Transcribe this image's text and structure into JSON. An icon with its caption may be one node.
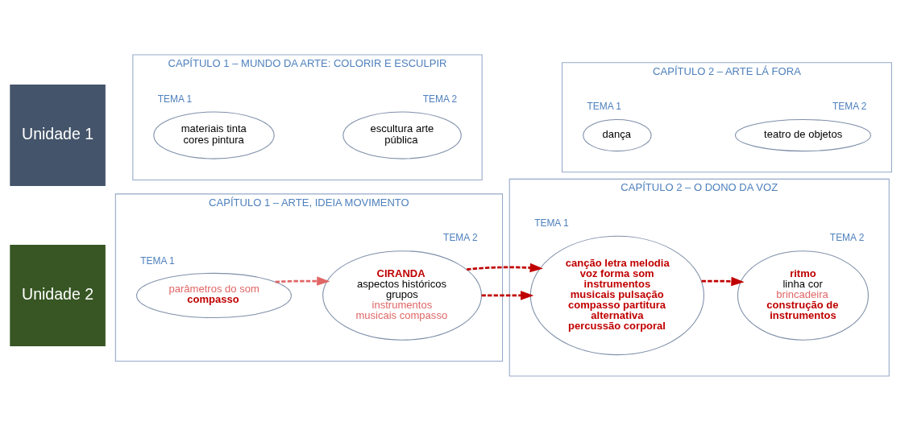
{
  "diagram": {
    "nodes": [
      {
        "text": [
          "Unidade 1"
        ]
      },
      {
        "text": [
          "CAPÍTULO 1 – MUNDO DA ARTE: COLORIR E ESCULPIR"
        ]
      },
      {
        "text": [
          "materiais tinta cores pintura"
        ],
        "in": 1
      },
      {
        "text": [
          "escultura arte pública"
        ],
        "in": 1
      },
      {
        "text": [
          "CAPÍTULO 2 – ARTE LÁ FORA"
        ]
      },
      {
        "text": [
          "dança"
        ],
        "in": 4
      },
      {
        "text": [
          "teatro de objetos"
        ],
        "in": 4
      },
      {
        "text": [
          "Unidade 2"
        ]
      },
      {
        "text": [
          "CAPÍTULO 1 – ARTE, IDEIA MOVIMENTO"
        ]
      },
      {
        "text": [
          "parâmetros do som",
          "compasso"
        ],
        "in": 8
      },
      {
        "text": [
          "CIRANDA",
          "aspectos históricos grupos",
          "instrumentos musicais compasso"
        ],
        "in": 8
      },
      {
        "text": [
          "CAPÍTULO 2 – O DONO DA VOZ"
        ]
      },
      {
        "text": [
          "canção letra melodia voz forma som instrumentos musicais pulsação compasso partitura alternativa percussão corporal"
        ],
        "in": 11
      },
      {
        "text": [
          "ritmo",
          "linha cor",
          "brincadeira",
          "construção de instrumentos"
        ],
        "in": 11
      }
    ],
    "labels": [
      "TEMA 1",
      "TEMA 2",
      "TEMA 1",
      "TEMA 2",
      "TEMA 1",
      "TEMA 2",
      "TEMA 1",
      "TEMA 2"
    ],
    "edges": [
      {
        "from": 9,
        "to": 10,
        "arrow": "to",
        "style": "dashed",
        "color": "#e06666"
      },
      {
        "from": 10,
        "to": 12,
        "arrow": "to",
        "style": "dashed"
      },
      {
        "from": 10,
        "to": 12,
        "arrow": "to",
        "style": "dashed"
      },
      {
        "from": 12,
        "to": 13,
        "arrow": "to",
        "style": "dashed"
      }
    ]
  }
}
